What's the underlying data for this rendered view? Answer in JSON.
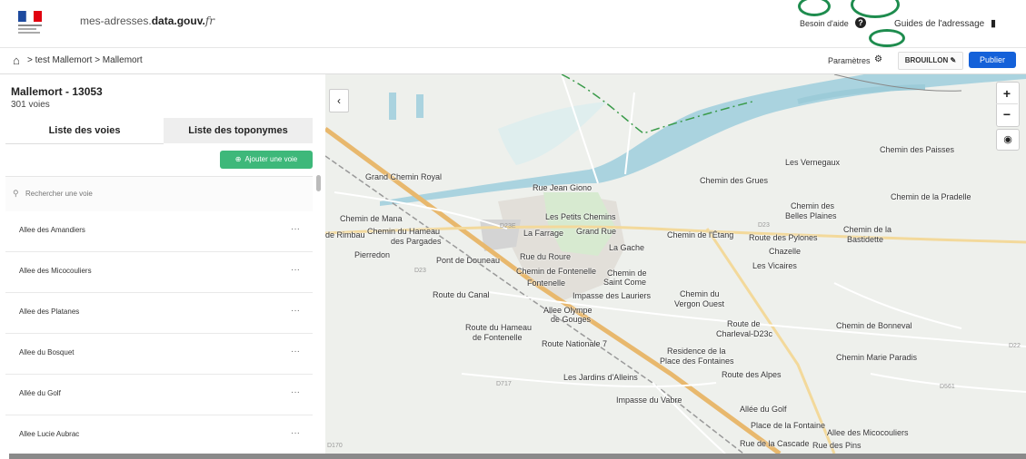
{
  "header": {
    "site_name_prefix": "mes-adresses.",
    "site_name_bold": "data.gouv.",
    "site_name_suffix": "fr",
    "help_label": "Besoin d'aide",
    "guides_label": "Guides de l'adressage",
    "logo_icon": "marianne-logo",
    "help_icon": "question-icon",
    "guides_icon": "book-icon"
  },
  "toolbar": {
    "home_icon": "home-icon",
    "breadcrumb": "> test Mallemort > Mallemort",
    "settings_label": "Paramètres",
    "draft_label": "BROUILLON",
    "publish_label": "Publier",
    "publish_color": "#1461d9"
  },
  "sidebar": {
    "commune": "Mallemort - 13053",
    "voies_count": "301 voies",
    "tabs": [
      {
        "label": "Liste des voies",
        "active": true
      },
      {
        "label": "Liste des toponymes",
        "active": false
      }
    ],
    "add_label": "Ajouter une voie",
    "add_color": "#3eb87a",
    "search_placeholder": "Rechercher une voie",
    "voies": [
      {
        "label": "Allee des Amandiers"
      },
      {
        "label": "Allee des Micocouliers"
      },
      {
        "label": "Allee des Platanes"
      },
      {
        "label": "Allee du Bosquet"
      },
      {
        "label": "Allée du Golf"
      },
      {
        "label": "Allee Lucie Aubrac"
      }
    ],
    "row_menu": "···"
  },
  "map": {
    "zoom_in": "+",
    "zoom_out": "−",
    "collapse": "‹",
    "labels": [
      "Grand Chemin Royal",
      "Rue Jean Giono",
      "Chemin des Grues",
      "Les Vernegaux",
      "Chemin des Paisses",
      "Chemin de la Pradelle",
      "Chemin de Mana",
      "Les Petits Chemins",
      "Chemin des",
      "Belles Plaines",
      "de Rimbau",
      "Chemin du Hameau",
      "des Pargades",
      "La Farrage",
      "Grand Rue",
      "Chemin de l'Étang",
      "Route des Pylones",
      "Chemin de la",
      "Bastidette",
      "Chazelle",
      "La Gache",
      "Pierredon",
      "Rue du Roure",
      "Pont de Douneau",
      "Les Vicaires",
      "Chemin de Fontenelle",
      "Fontenelle",
      "Chemin de",
      "Saint Come",
      "Route du Canal",
      "Impasse des Lauriers",
      "Chemin du",
      "Vergon Ouest",
      "Allee Olympe",
      "de Gouges",
      "Route du Hameau",
      "de Fontenelle",
      "Route de",
      "Charleval-D23c",
      "Chemin de Bonneval",
      "Route Nationale 7",
      "Residence de la",
      "Place des Fontaines",
      "Chemin Marie Paradis",
      "Route des Alpes",
      "Les Jardins d'Alleins",
      "Impasse du Vabre",
      "Allée du Golf",
      "Place de la Fontaine",
      "Allee des Micocouliers",
      "Rue de la Cascade",
      "Rue des Pins"
    ],
    "road_refs": [
      "D23E",
      "D23",
      "D23",
      "D717",
      "D561",
      "D22",
      "D170"
    ]
  }
}
